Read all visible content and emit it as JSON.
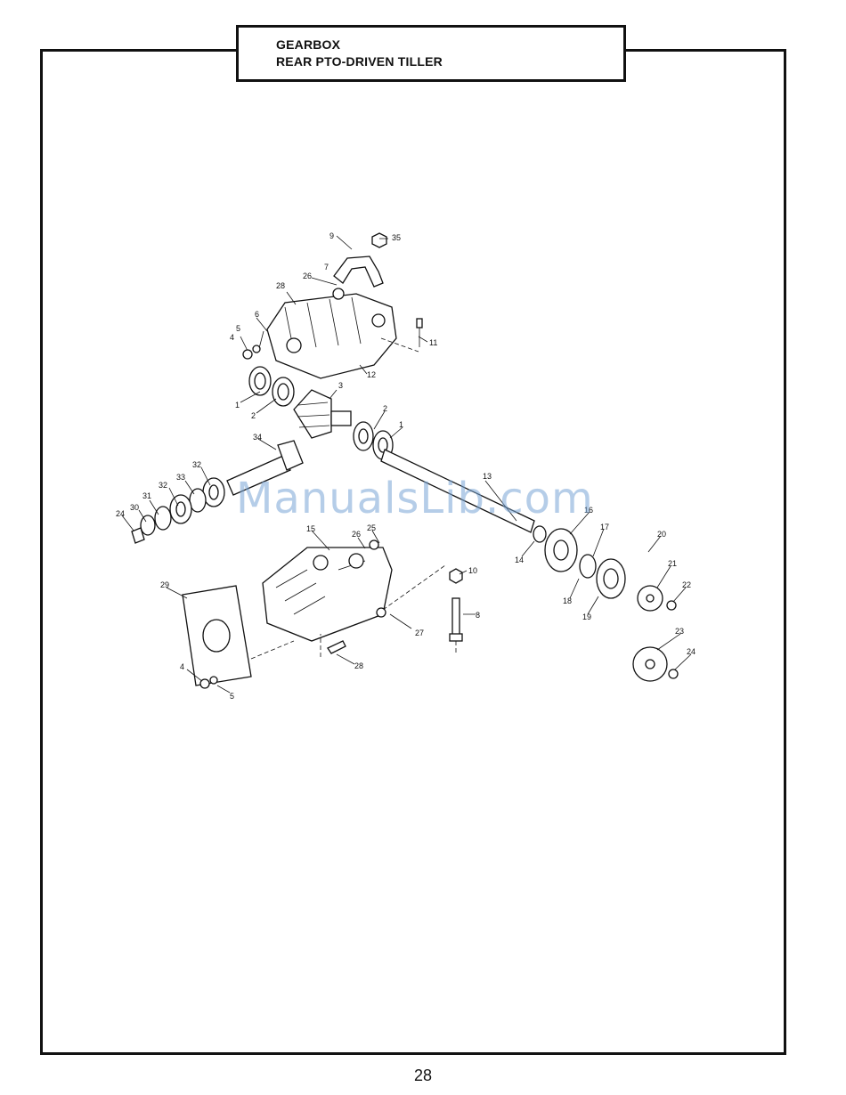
{
  "header": {
    "line1": "GEARBOX",
    "line2": "REAR PTO-DRIVEN TILLER"
  },
  "watermark": "ManualsLib.com",
  "page_number": "28",
  "callouts": [
    "1",
    "1",
    "2",
    "2",
    "3",
    "4",
    "4",
    "5",
    "5",
    "6",
    "7",
    "8",
    "9",
    "10",
    "11",
    "12",
    "13",
    "14",
    "15",
    "16",
    "17",
    "18",
    "19",
    "20",
    "21",
    "22",
    "23",
    "24",
    "24",
    "25",
    "26",
    "26",
    "27",
    "28",
    "28",
    "29",
    "30",
    "31",
    "32",
    "32",
    "33",
    "34",
    "35"
  ]
}
